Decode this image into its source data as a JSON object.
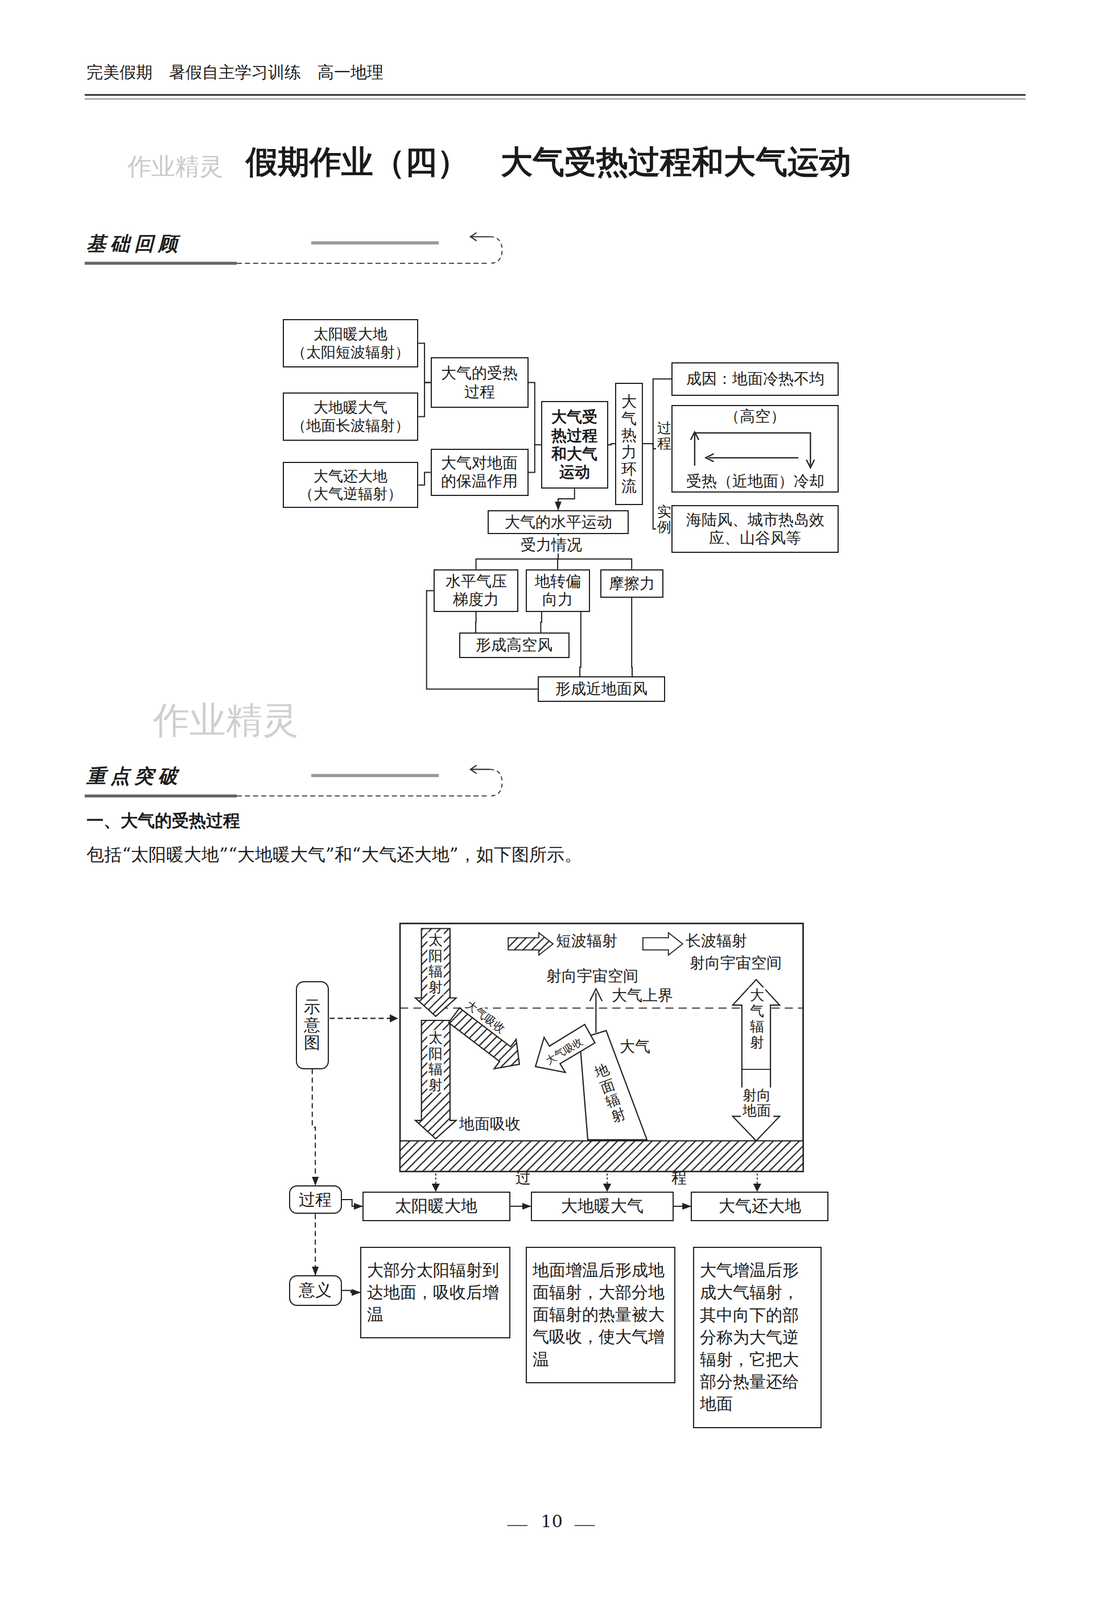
{
  "diagram": {
    "title": "假期作业（四）　大气受热过程和大气运动",
    "nodes": [
      {
        "text": [
          "太阳暖大地",
          "（太阳短波辐射）"
        ]
      },
      {
        "text": [
          "大地暖大气",
          "（地面长波辐射）"
        ]
      },
      {
        "text": [
          "大气还大地",
          "（大气逆辐射）"
        ]
      },
      {
        "text": [
          "大气的受热过程"
        ]
      },
      {
        "text": [
          "大气对地面的保温作用"
        ]
      },
      {
        "text": [
          "大气受热过程和大气运动"
        ]
      },
      {
        "text": [
          "大气热力环流"
        ]
      },
      {
        "text": [
          "成因：地面冷热不均"
        ]
      },
      {
        "text": [
          "（高空）",
          "受热（近地面）冷却"
        ]
      },
      {
        "text": [
          "海陆风、城市热岛效应、山谷风等"
        ]
      },
      {
        "text": [
          "大气的水平运动"
        ]
      },
      {
        "text": [
          "水平气压梯度力"
        ]
      },
      {
        "text": [
          "地转偏向力"
        ]
      },
      {
        "text": [
          "摩擦力"
        ]
      },
      {
        "text": [
          "形成高空风"
        ]
      },
      {
        "text": [
          "形成近地面风"
        ]
      },
      {
        "text": [
          "示意图"
        ]
      },
      {
        "text": [
          "过程"
        ]
      },
      {
        "text": [
          "意义"
        ]
      },
      {
        "text": [
          "太阳暖大地"
        ]
      },
      {
        "text": [
          "大地暖大气"
        ]
      },
      {
        "text": [
          "大气还大地"
        ]
      },
      {
        "text": [
          "大部分太阳辐射到达地面，吸收后增温"
        ]
      },
      {
        "text": [
          "地面增温后形成地面辐射，大部分地面辐射的热量被大气吸收，使大气增温"
        ]
      },
      {
        "text": [
          "大气增温后形成大气辐射，其中向下的部分称为大气逆辐射，它把大部分热量还给地面"
        ]
      }
    ],
    "edges": [
      {
        "from": 0,
        "to": 3,
        "arrow": "none"
      },
      {
        "from": 1,
        "to": 3,
        "arrow": "none"
      },
      {
        "from": 2,
        "to": 4,
        "arrow": "none"
      },
      {
        "from": 3,
        "to": 5,
        "arrow": "none"
      },
      {
        "from": 4,
        "to": 5,
        "arrow": "none"
      },
      {
        "from": 5,
        "to": 6,
        "arrow": "none"
      },
      {
        "from": 6,
        "to": 7,
        "arrow": "none"
      },
      {
        "from": 6,
        "to": 8,
        "arrow": "none"
      },
      {
        "from": 6,
        "to": 9,
        "arrow": "none"
      },
      {
        "from": 5,
        "to": 10,
        "arrow": "to"
      },
      {
        "from": 10,
        "to": 11,
        "arrow": "none"
      },
      {
        "from": 10,
        "to": 12,
        "arrow": "none"
      },
      {
        "from": 10,
        "to": 13,
        "arrow": "none"
      },
      {
        "from": 11,
        "to": 14,
        "arrow": "none"
      },
      {
        "from": 12,
        "to": 14,
        "arrow": "none"
      },
      {
        "from": 11,
        "to": 15,
        "arrow": "none"
      },
      {
        "from": 12,
        "to": 15,
        "arrow": "none"
      },
      {
        "from": 13,
        "to": 15,
        "arrow": "none"
      },
      {
        "from": 16,
        "to": 17,
        "arrow": "to"
      },
      {
        "from": 17,
        "to": 18,
        "arrow": "to"
      },
      {
        "from": 17,
        "to": 19,
        "arrow": "to"
      },
      {
        "from": 19,
        "to": 20,
        "arrow": "to"
      },
      {
        "from": 20,
        "to": 21,
        "arrow": "to"
      },
      {
        "from": 18,
        "to": 22,
        "arrow": "to"
      }
    ],
    "labels": [
      "完美假期　暑假自主学习训练　高一地理",
      "作业精灵",
      "基础回顾",
      "过程",
      "实例",
      "受力情况",
      "作业精灵",
      "重点突破",
      "一、大气的受热过程",
      "包括“太阳暖大地”“大地暖大气”和“大气还大地”，如下图所示。",
      "太阳辐射",
      "射向宇宙空间",
      "射向宇宙空间",
      "大气上界",
      "大气吸收",
      "太阳辐射",
      "大气吸收",
      "大气",
      "地面辐射",
      "地面吸收",
      "大气辐射",
      "射向地面",
      "过",
      "程",
      "10"
    ],
    "legend": [
      {
        "text": "短波辐射"
      },
      {
        "text": "长波辐射"
      }
    ]
  }
}
